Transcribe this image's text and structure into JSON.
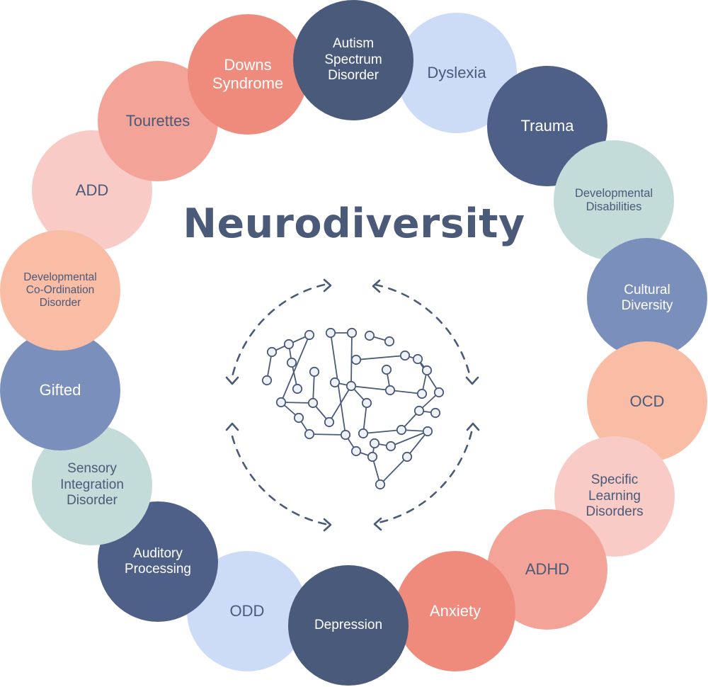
{
  "title": "Neurodiversity",
  "colors": {
    "text": "#4a5a78",
    "salmon": "#ef8b7c",
    "navy": "#4a5a7a",
    "light_blue": "#ccdcf7",
    "teal": "#c3dbd9",
    "peach": "#f9bda6"
  },
  "center_icon": "brain-network-icon",
  "conditions": [
    {
      "label": "Autism\nSpectrum\nDisorder"
    },
    {
      "label": "Dyslexia"
    },
    {
      "label": "Trauma"
    },
    {
      "label": "Developmental\nDisabilities"
    },
    {
      "label": "Cultural\nDiversity"
    },
    {
      "label": "OCD"
    },
    {
      "label": "Specific\nLearning\nDisorders"
    },
    {
      "label": "ADHD"
    },
    {
      "label": "Anxiety"
    },
    {
      "label": "Depression"
    },
    {
      "label": "ODD"
    },
    {
      "label": "Auditory\nProcessing"
    },
    {
      "label": "Sensory\nIntegration\nDisorder"
    },
    {
      "label": "Gifted"
    },
    {
      "label": "Developmental\nCo-Ordination\nDisorder"
    },
    {
      "label": "ADD"
    },
    {
      "label": "Tourettes"
    },
    {
      "label": "Downs\nSyndrome"
    }
  ]
}
